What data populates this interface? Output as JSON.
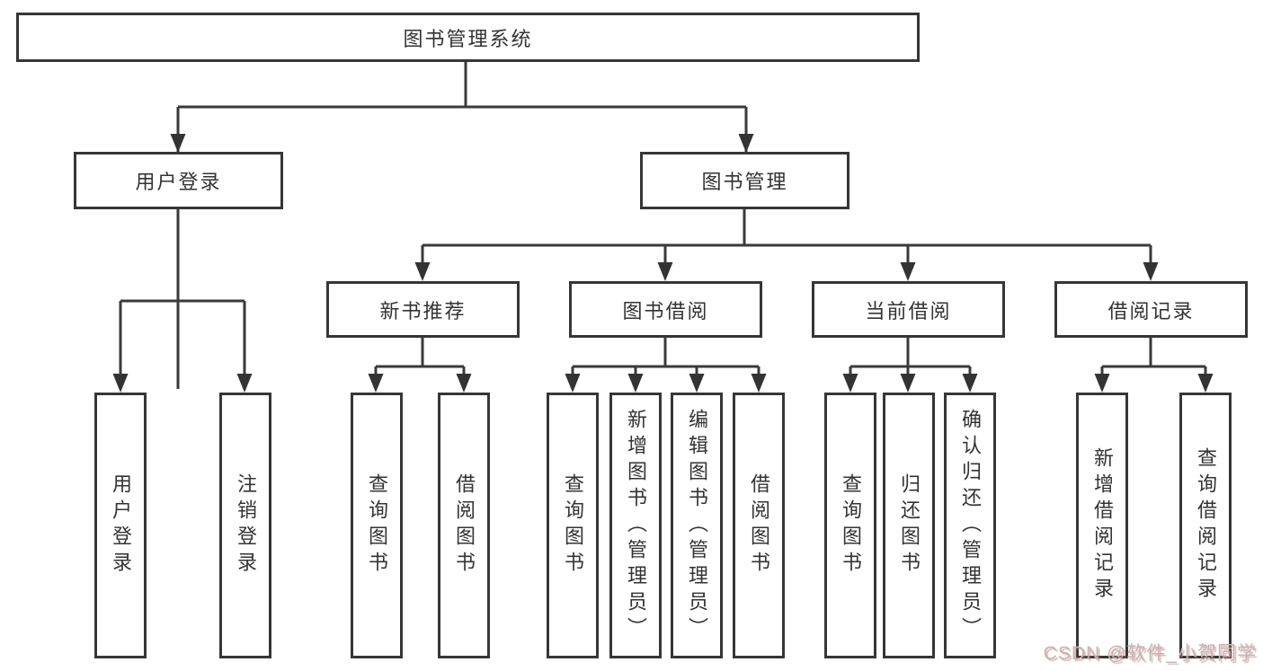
{
  "tree": {
    "root": {
      "label": "图书管理系统"
    },
    "user": {
      "label": "用户登录",
      "children": [
        {
          "label": "用户登录"
        },
        {
          "label": "注销登录"
        }
      ]
    },
    "mgmt": {
      "label": "图书管理",
      "children": [
        {
          "label": "新书推荐",
          "children": [
            {
              "label": "查询图书"
            },
            {
              "label": "借阅图书"
            }
          ]
        },
        {
          "label": "图书借阅",
          "children": [
            {
              "label": "查询图书"
            },
            {
              "label": "新增图书（管理员）"
            },
            {
              "label": "编辑图书（管理员）"
            },
            {
              "label": "借阅图书"
            }
          ]
        },
        {
          "label": "当前借阅",
          "children": [
            {
              "label": "查询图书"
            },
            {
              "label": "归还图书"
            },
            {
              "label": "确认归还（管理员）"
            }
          ]
        },
        {
          "label": "借阅记录",
          "children": [
            {
              "label": "新增借阅记录"
            },
            {
              "label": "查询借阅记录"
            }
          ]
        }
      ]
    }
  },
  "watermark": "CSDN @软件_小贺同学",
  "colors": {
    "line": "#3a3a3a",
    "border": "#363636",
    "text": "#333333",
    "background": "#ffffff",
    "watermark": "#b9b9b9"
  }
}
